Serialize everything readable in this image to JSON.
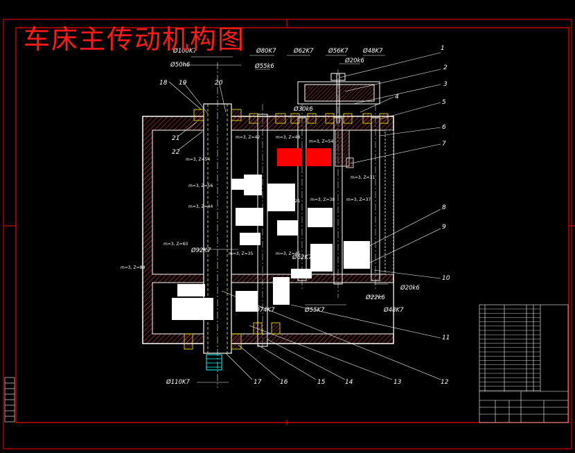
{
  "title": "车床主传动机构图",
  "dimensions": {
    "d100k7": "Ø100K7",
    "d50h6": "Ø50h6",
    "d80k7": "Ø80K7",
    "d55k6": "Ø55k6",
    "d62k7": "Ø62K7",
    "d56k7": "Ø56K7",
    "d48k7": "Ø48K7",
    "d20k6_top": "Ø20k6",
    "d30k6": "Ø30k6",
    "d92k7": "Ø92K7",
    "d62k7_mid": "Ø62K7",
    "d20k6_right": "Ø20k6",
    "d22k6": "Ø22k6",
    "d55k7": "Ø55K7",
    "d48k7_low": "Ø48K7",
    "d74k7": "Ø74K7",
    "d110k7": "Ø110K7"
  },
  "gear_labels": {
    "g1": "m=3, Z=42",
    "g2": "m=3, Z=48",
    "g3": "m=3, Z=54",
    "g4": "m=3, Z=54",
    "g5": "m=3, Z=56",
    "g6": "m=3, Z=44",
    "g7": "m=3, Z=21",
    "g8": "m=3, Z=38",
    "g9": "m=3, Z=37",
    "g10": "m=3, Z=31",
    "g11": "m=3, Z=60",
    "g12": "m=3, Z=35",
    "g13": "m=3, Z=45",
    "g14": "m=3, Z=88"
  },
  "part_numbers": [
    "1",
    "2",
    "3",
    "4",
    "5",
    "6",
    "7",
    "8",
    "9",
    "10",
    "11",
    "12",
    "13",
    "14",
    "15",
    "16",
    "17",
    "18",
    "19",
    "20",
    "21",
    "22"
  ],
  "colors": {
    "background": "#000000",
    "border": "#ff0000",
    "title": "#ff1a1a",
    "linework": "#ffffff",
    "highlight": "#ff0000",
    "bearing": "#ffff00",
    "shaft": "#00ffff"
  }
}
